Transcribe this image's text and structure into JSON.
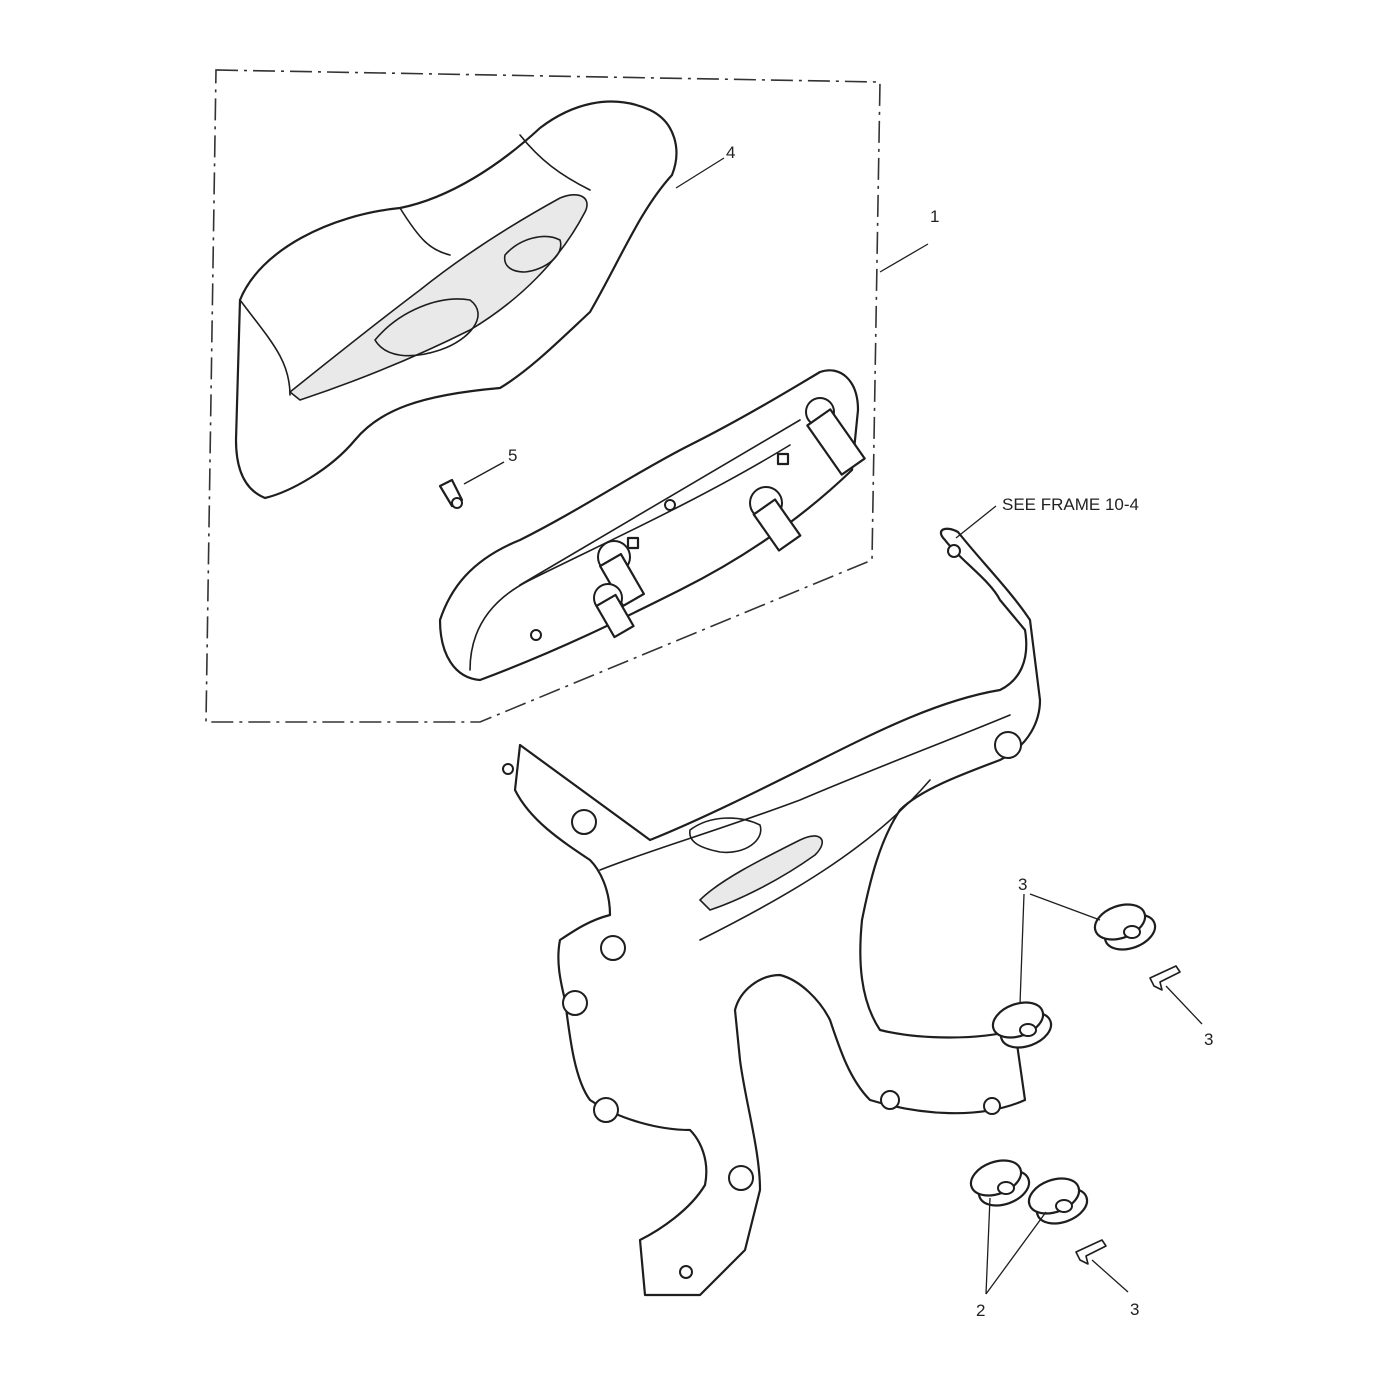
{
  "diagram": {
    "callouts": {
      "assembly": "1",
      "grommet_lower": "2",
      "grommet_upper_a": "3",
      "grommet_upper_b": "3",
      "clip_upper": "3",
      "clip_lower": "3",
      "cover": "4",
      "screw": "5"
    },
    "reference_note": "SEE FRAME 10-4"
  }
}
